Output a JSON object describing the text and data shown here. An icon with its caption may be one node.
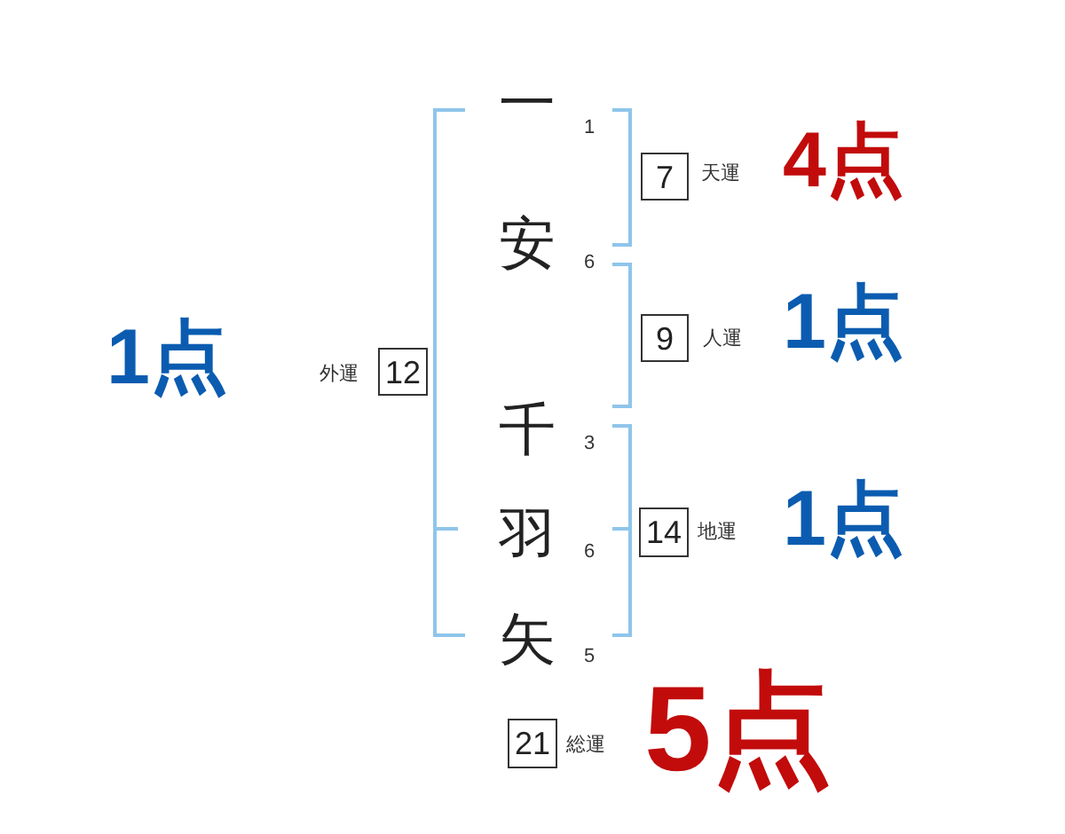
{
  "diagram": {
    "nodes": [
      {
        "text": [
          "7"
        ],
        "beside": [
          "天運",
          "4点"
        ]
      },
      {
        "text": [
          "9"
        ],
        "beside": [
          "人運",
          "1点"
        ]
      },
      {
        "text": [
          "12"
        ],
        "beside": [
          "外運",
          "1点"
        ]
      },
      {
        "text": [
          "14"
        ],
        "beside": [
          "地運",
          "1点"
        ]
      },
      {
        "text": [
          "21"
        ],
        "beside": [
          "総運",
          "5点"
        ]
      }
    ],
    "labels": [
      "一",
      "1",
      "安",
      "6",
      "千",
      "3",
      "羽",
      "6",
      "矢",
      "5"
    ]
  }
}
